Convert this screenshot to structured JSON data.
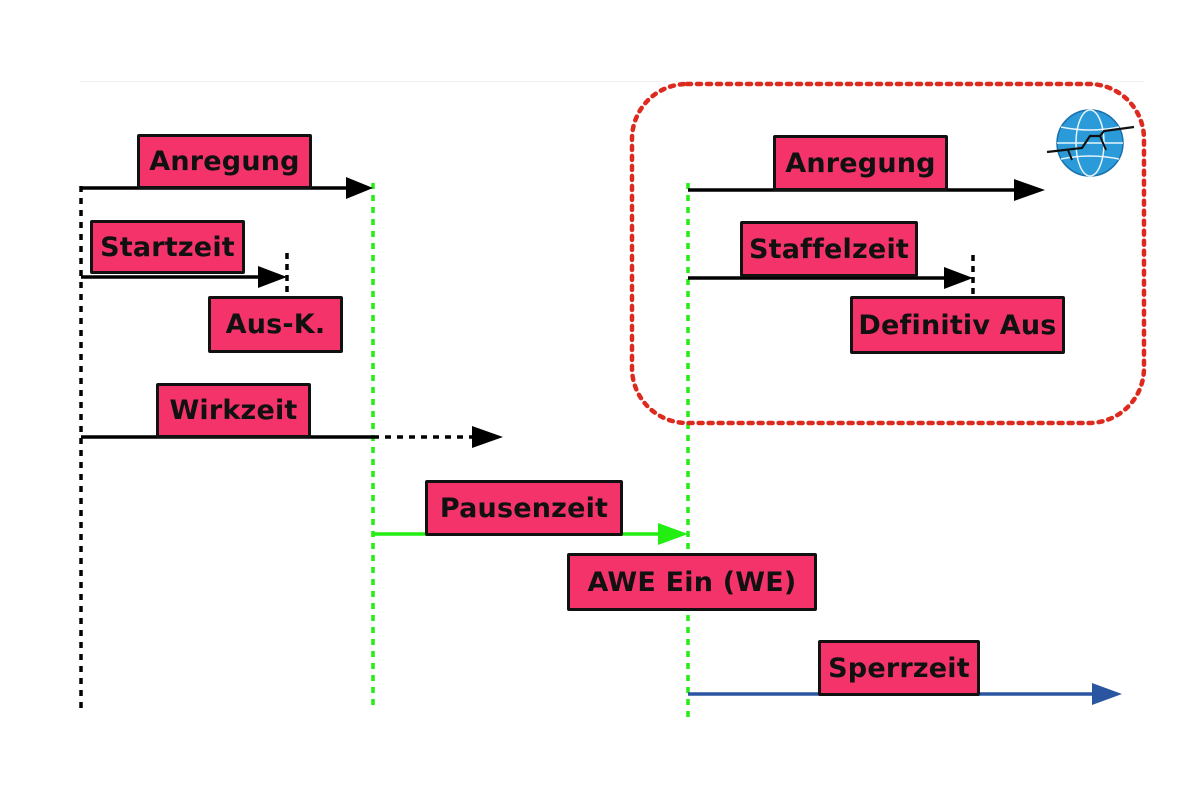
{
  "colors": {
    "label_fill": "#f5336b",
    "label_border": "#111111",
    "black_line": "#000000",
    "green_marker": "#22ee11",
    "blue_arrow": "#2a55a0",
    "highlight_outline": "#dd2a1f"
  },
  "labels": {
    "anregung_left": "Anregung",
    "startzeit": "Startzeit",
    "aus_k": "Aus-K.",
    "wirkzeit": "Wirkzeit",
    "pausenzeit": "Pausenzeit",
    "awe_ein": "AWE Ein (WE)",
    "sperrzeit": "Sperrzeit",
    "anregung_right": "Anregung",
    "staffelzeit": "Staffelzeit",
    "definitiv_aus": "Definitiv Aus"
  },
  "icons": {
    "logo": "globe-emblem-icon"
  }
}
